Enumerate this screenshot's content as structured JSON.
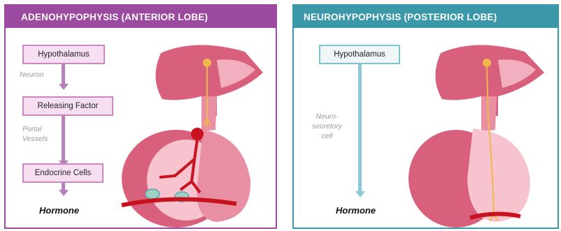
{
  "left_panel": {
    "title": "ADENOHYPOPHYSIS  (ANTERIOR LOBE)",
    "step1": "Hypothalamus",
    "label1": "Neuron",
    "step2": "Releasing Factor",
    "label2_line1": "Portal",
    "label2_line2": "Vessels",
    "step3": "Endocrine Cells",
    "output": "Hormone"
  },
  "right_panel": {
    "title": "NEUROHYPOPHYSIS  (POSTERIOR LOBE)",
    "step1": "Hypothalamus",
    "label_line1": "Neuro-",
    "label_line2": "secretory",
    "label_line3": "cell",
    "output": "Hormone"
  },
  "colors": {
    "anterior_accent": "#9b4a9f",
    "posterior_accent": "#3a98a9",
    "gland_dark": "#d9607c",
    "gland_light": "#f6c3cf",
    "blood_red": "#c8121e"
  }
}
